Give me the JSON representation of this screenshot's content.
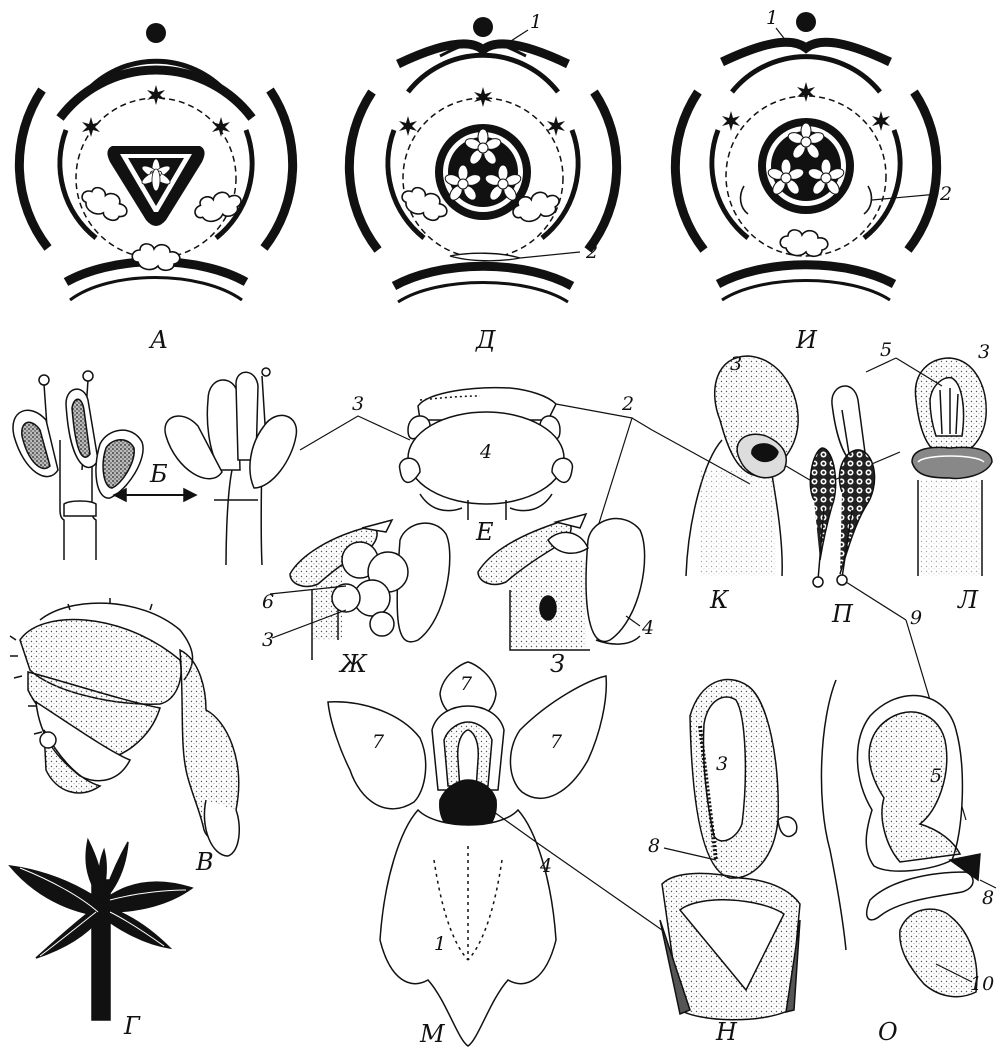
{
  "panel_letters": {
    "A": "А",
    "B": "Б",
    "V": "В",
    "G": "Г",
    "D": "Д",
    "E": "Е",
    "Zh": "Ж",
    "Z": "З",
    "I": "И",
    "K": "К",
    "L": "Л",
    "M": "М",
    "N": "Н",
    "O": "О",
    "P": "П"
  },
  "numbers": {
    "n1": "1",
    "n2": "2",
    "n3": "3",
    "n4": "4",
    "n5": "5",
    "n6": "6",
    "n7": "7",
    "n8": "8",
    "n9": "9",
    "n10": "10"
  },
  "colors": {
    "ink": "#111111",
    "paper": "#ffffff",
    "stipple": "#cfcfcf"
  }
}
